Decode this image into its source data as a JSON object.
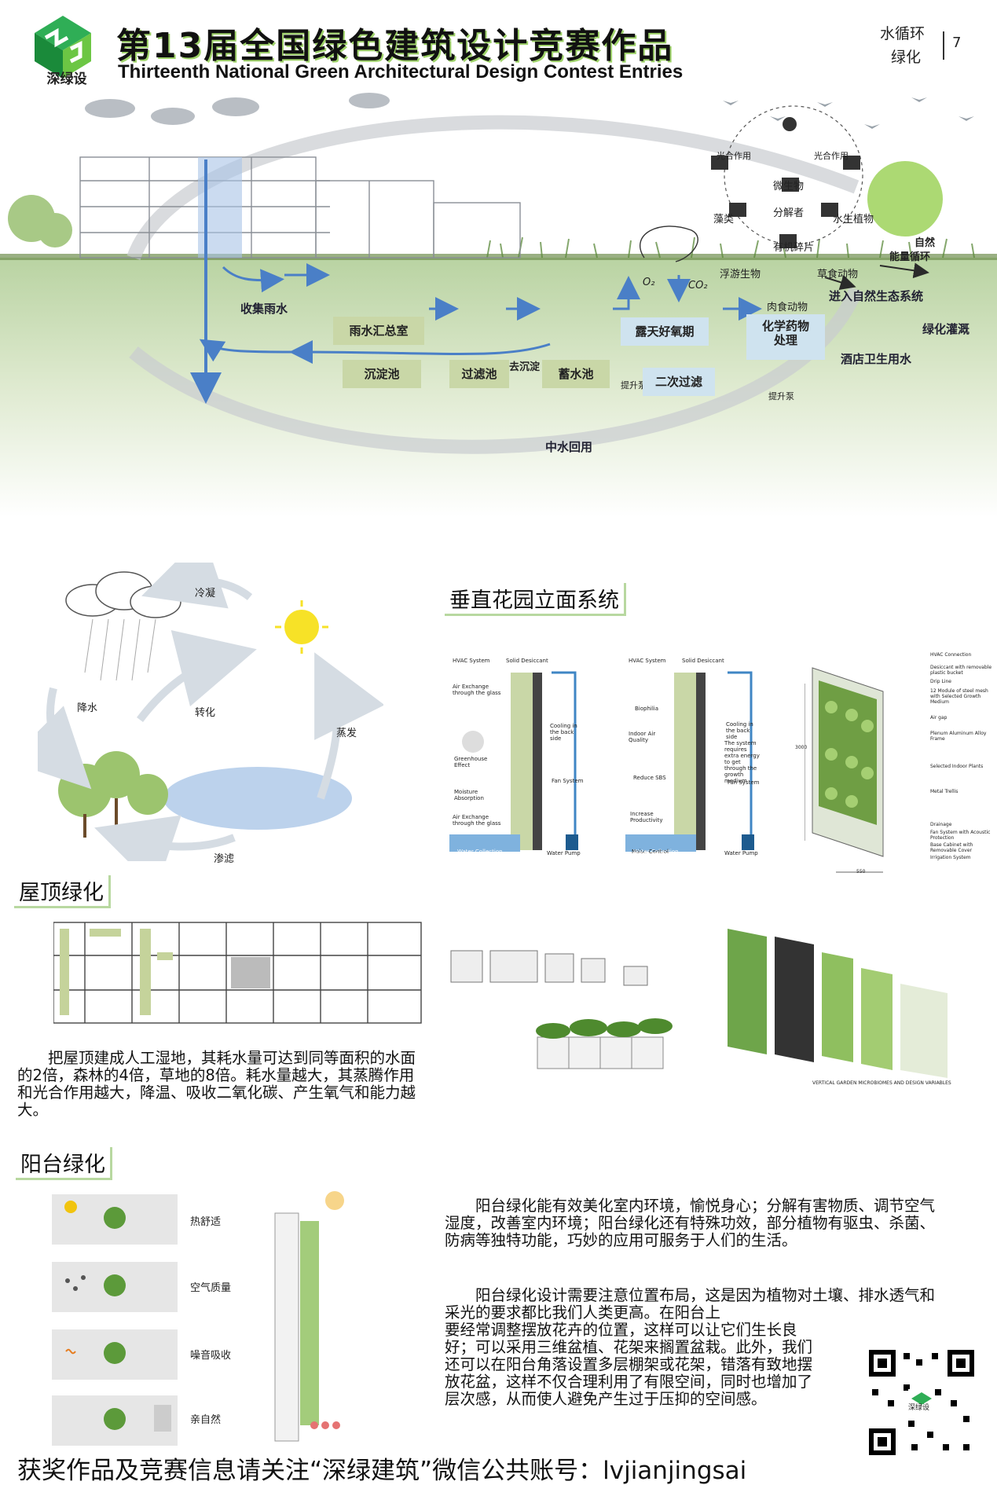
{
  "header": {
    "logo_text": "深绿设",
    "title_cn": "第13届全国绿色建筑设计竞赛作品",
    "title_en": "Thirteenth National Green Architectural Design Contest Entries",
    "tag_line1": "水循环",
    "tag_line2": "绿化",
    "page_num": "7"
  },
  "water_cycle": {
    "collect_rain": "收集雨水",
    "rain_room": "雨水汇总室",
    "sediment": "沉淀池",
    "filter": "过滤池",
    "to_sediment": "去沉淀",
    "storage": "蓄水池",
    "pump1": "提升泵",
    "open_oxygen": "露天好氧期",
    "secondary_filter": "二次过滤",
    "chem": "化学药物",
    "chem2": "处理",
    "pump2": "提升泵",
    "reuse": "中水回用",
    "hotel": "酒店卫生用水",
    "irrigation": "绿化灌溉",
    "enter_eco": "进入自然生态系统",
    "o2": "O₂",
    "co2": "CO₂",
    "eco": {
      "photosyn1": "光合作用",
      "photosyn2": "光合作用",
      "microbes": "微生物",
      "decomposer": "分解者",
      "algae": "藻类",
      "aquatic": "水生植物",
      "debris": "有机碎片",
      "plankton": "浮游生物",
      "herbivore": "草食动物",
      "carnivore": "肉食动物",
      "energy1": "自然",
      "energy2": "能量循环"
    }
  },
  "nature_cycle": {
    "condense": "冷凝",
    "precip": "降水",
    "convert": "转化",
    "evap": "蒸发",
    "seep": "渗滤"
  },
  "vertical_garden": {
    "title": "垂直花园立面系统",
    "d1": {
      "hvac": "HVAC System",
      "solid": "Solid Desiccant",
      "air1": "Air Exchange through the glass",
      "green": "Greenhouse Effect",
      "moist": "Moisture Absorption",
      "air2": "Air Exchange through the glass",
      "cool": "Cooling in the back side",
      "fan": "Fan System",
      "water": "Water Collection",
      "pump": "Water Pump"
    },
    "d2": {
      "hvac": "HVAC System",
      "solid": "Solid Desiccant",
      "bio": "Biophilia",
      "indoor": "Indoor Air Quality",
      "sbs": "Reduce SBS",
      "prod": "Increase Productivity",
      "noise": "Noise Control",
      "cool": "Cooling in the back side",
      "extra": "The system requires extra energy to get through the growth medium",
      "fan": "Fan System",
      "water": "Water Collection",
      "pump": "Water Pump"
    },
    "d3": {
      "hvac": "HVAC Connection",
      "desic": "Desiccant with removable plastic bucket",
      "drip": "Drip Line",
      "module": "12 Module of steel mesh with Selected Growth Medium",
      "gap": "Air gap",
      "plenum": "Plenum Aluminum Alloy Frame",
      "plants": "Selected Indoor Plants",
      "trellis": "Metal Trellis",
      "drain": "Drainage",
      "fanacoustic": "Fan System with Acoustic Protection",
      "cabinet": "Base Cabinet with Removable Cover",
      "irrig": "Irrigation System",
      "dim_h": "3000",
      "dim_w": "550"
    },
    "micro_caption": "VERTICAL GARDEN MICROBIOMES AND DESIGN VARIABLES"
  },
  "roof": {
    "title": "屋顶绿化",
    "text": "把屋顶建成人工湿地，其耗水量可达到同等面积的水面的2倍，森林的4倍，草地的8倍。耗水量越大，其蒸腾作用和光合作用越大，降温、吸收二氧化碳、产生氧气和能力越大。"
  },
  "balcony": {
    "title": "阳台绿化",
    "items": [
      "热舒适",
      "空气质量",
      "噪音吸收",
      "亲自然"
    ],
    "p1": "阳台绿化能有效美化室内环境，愉悦身心；分解有害物质、调节空气湿度，改善室内环境；阳台绿化还有特殊功效，部分植物有驱虫、杀菌、防病等独特功能，巧妙的应用可服务于人们的生活。",
    "p2a": "阳台绿化设计需要注意位置布局，这是因为植物对土壤、排水透气和采光的要求都比我们人类更高。在阳台上",
    "p2b": "要经常调整摆放花卉的位置，这样可以让它们生长良好；可以采用三维盆植、花架来搁置盆栽。此外，我们还可以在阳台角落设置多层棚架或花架，错落有致地摆放花盆，这样不仅合理利用了有限空间，同时也增加了层次感，从而使人避免产生过于压抑的空间感。"
  },
  "footer": {
    "text": "获奖作品及竞赛信息请关注“深绿建筑”微信公共账号：lvjianjingsai"
  },
  "qr_label": "深绿设",
  "colors": {
    "accent_green": "#9fd36a",
    "flow_blue": "#4a7fc7",
    "box_green": "#c9d7a7",
    "box_blue": "#cfe3ef"
  }
}
